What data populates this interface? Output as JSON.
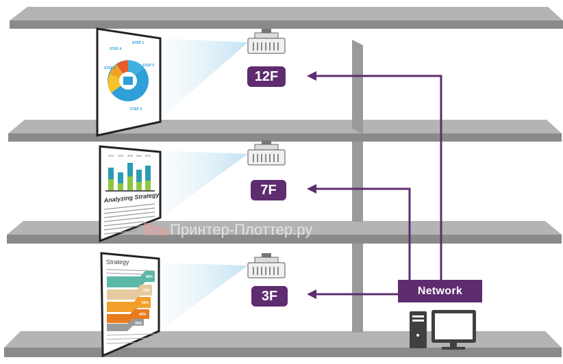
{
  "floors": [
    {
      "label": "12F"
    },
    {
      "label": "7F"
    },
    {
      "label": "3F"
    }
  ],
  "network": {
    "label": "Network"
  },
  "watermark": {
    "text": "Принтер-Плоттер.ру"
  },
  "screens": {
    "top": {
      "steps": [
        "STEP 1",
        "STEP 2",
        "STEP 3",
        "STEP 4",
        "STEP 5"
      ]
    },
    "middle": {
      "title": "Analyzing Strategy",
      "percents": [
        "10%",
        "20%",
        "30%",
        "40%",
        "50%"
      ]
    },
    "bottom": {
      "title": "Strategy",
      "percents": [
        "80%",
        "70%",
        "50%",
        "40%",
        "30%"
      ]
    }
  },
  "colors": {
    "accent": "#5e2c6f",
    "shelf": "#a9a9a9",
    "shelf_edge": "#7c7c7c"
  }
}
